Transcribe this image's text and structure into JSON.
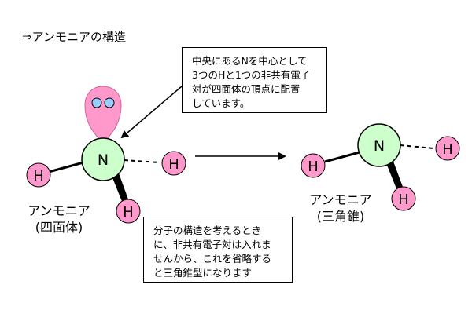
{
  "heading": "⇒アンモニアの構造",
  "note_top": "中央にあるNを中心として\n3つのHと1つの非共有電子\n対が四面体の頂点に配置\nしています。",
  "note_bottom": "分子の構造を考えるとき\nに、非共有電子対は入れま\nせんから、これを省略する\nと三角錐型になります",
  "left_model": {
    "center": "N",
    "hydrogens": [
      "H",
      "H",
      "H"
    ],
    "caption": "アンモニア\n(四面体)"
  },
  "right_model": {
    "center": "N",
    "hydrogens": [
      "H",
      "H",
      "H"
    ],
    "caption": "アンモニア\n(三角錐)"
  },
  "colors": {
    "nitrogen_fill": "#ccffcc",
    "hydrogen_fill": "#ff99cc",
    "lone_pair_fill": "#ff99cc",
    "electron_fill": "#99ccff",
    "line": "#000000"
  }
}
